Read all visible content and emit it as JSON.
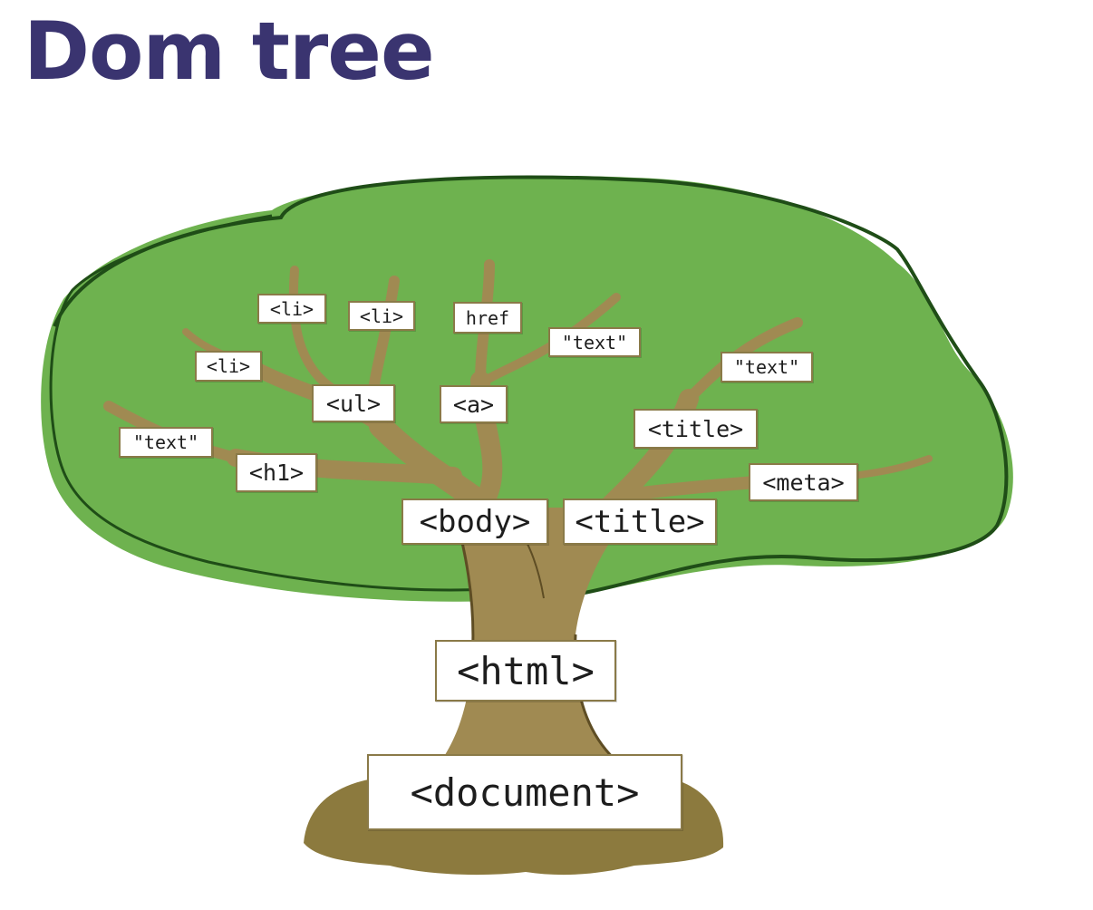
{
  "title": "Dom tree",
  "colors": {
    "title": "#3a3470",
    "canopy": "#6eb24f",
    "canopy_outline": "#1f4d17",
    "trunk": "#a08a52",
    "trunk_outline": "#5e4d24",
    "ground": "#8c7a3e"
  },
  "nodes": {
    "document": "<document>",
    "html": "<html>",
    "body": "<body>",
    "head_title": "<title>",
    "h1": "<h1>",
    "h1_text": "\"text\"",
    "ul": "<ul>",
    "li1": "<li>",
    "li2": "<li>",
    "li3": "<li>",
    "a": "<a>",
    "href": "href",
    "a_text": "\"text\"",
    "title_inner": "<title>",
    "title_text": "\"text\"",
    "meta": "<meta>"
  }
}
